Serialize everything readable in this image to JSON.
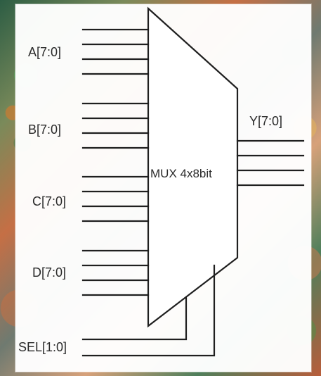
{
  "diagram": {
    "mux_label": "MUX 4x8bit",
    "inputs": [
      {
        "label": "A[7:0]"
      },
      {
        "label": "B[7:0]"
      },
      {
        "label": "C[7:0]"
      },
      {
        "label": "D[7:0]"
      }
    ],
    "select": {
      "label": "SEL[1:0]"
    },
    "output": {
      "label": "Y[7:0]"
    }
  }
}
